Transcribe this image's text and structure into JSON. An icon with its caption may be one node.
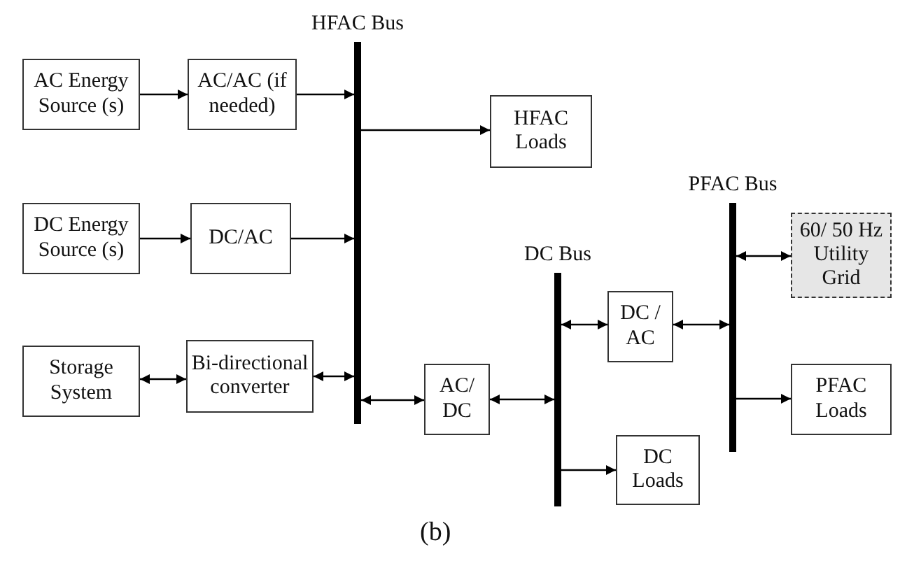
{
  "diagram": {
    "caption": "(b)",
    "nodes": [
      {
        "text": [
          "AC Energy Source (s)"
        ]
      },
      {
        "text": [
          "AC/AC (if needed)"
        ]
      },
      {
        "text": [
          "HFAC Bus"
        ]
      },
      {
        "text": [
          "HFAC Loads"
        ]
      },
      {
        "text": [
          "DC Energy Source (s)"
        ]
      },
      {
        "text": [
          "DC/AC"
        ]
      },
      {
        "text": [
          "Storage System"
        ]
      },
      {
        "text": [
          "Bi-directional converter"
        ]
      },
      {
        "text": [
          "AC/ DC"
        ]
      },
      {
        "text": [
          "DC Bus"
        ]
      },
      {
        "text": [
          "DC Loads"
        ]
      },
      {
        "text": [
          "DC / AC"
        ]
      },
      {
        "text": [
          "PFAC Bus"
        ]
      },
      {
        "text": [
          "60/ 50 Hz Utility Grid"
        ]
      },
      {
        "text": [
          "PFAC Loads"
        ]
      }
    ],
    "edges": [
      {
        "from": 0,
        "to": 1,
        "arrow": "to"
      },
      {
        "from": 1,
        "to": 2,
        "arrow": "to"
      },
      {
        "from": 2,
        "to": 3,
        "arrow": "to"
      },
      {
        "from": 4,
        "to": 5,
        "arrow": "to"
      },
      {
        "from": 5,
        "to": 2,
        "arrow": "to"
      },
      {
        "from": 6,
        "to": 7,
        "arrow": "both"
      },
      {
        "from": 7,
        "to": 2,
        "arrow": "both"
      },
      {
        "from": 2,
        "to": 8,
        "arrow": "both"
      },
      {
        "from": 8,
        "to": 9,
        "arrow": "both"
      },
      {
        "from": 9,
        "to": 11,
        "arrow": "both"
      },
      {
        "from": 11,
        "to": 12,
        "arrow": "both"
      },
      {
        "from": 12,
        "to": 13,
        "arrow": "both"
      },
      {
        "from": 12,
        "to": 14,
        "arrow": "to"
      },
      {
        "from": 9,
        "to": 10,
        "arrow": "to"
      }
    ]
  }
}
